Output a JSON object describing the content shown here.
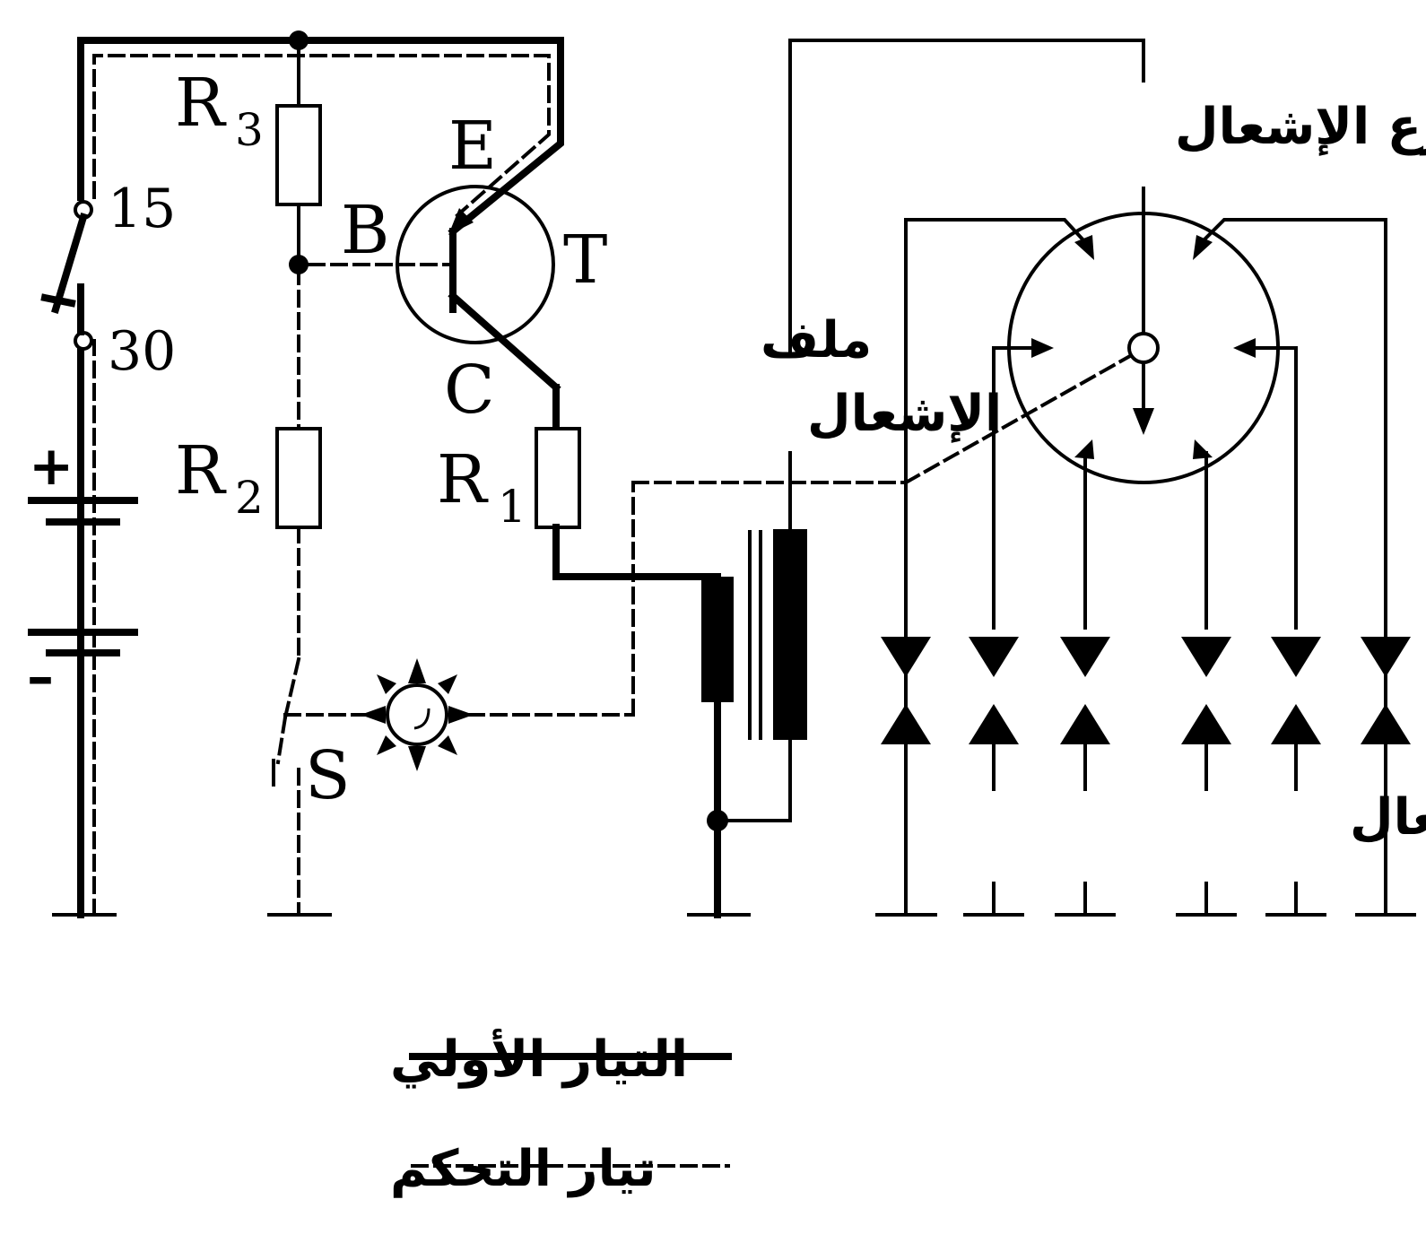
{
  "labels": {
    "r3": "R",
    "r3_sub": "3",
    "r2": "R",
    "r2_sub": "2",
    "r1": "R",
    "r1_sub": "1",
    "emitter": "E",
    "base": "B",
    "collector": "C",
    "transistor": "T",
    "terminal_15": "15",
    "terminal_30": "30",
    "plus": "+",
    "minus": "–",
    "switch": "S"
  },
  "arabic": {
    "distributor": "موزع الإشعال",
    "coil_line1": "ملف",
    "coil_line2": "الإشعال",
    "spark_plugs": "شموع الإشعال"
  },
  "legend": {
    "primary": "التيار الأولي",
    "control": "تيار التحكم"
  }
}
